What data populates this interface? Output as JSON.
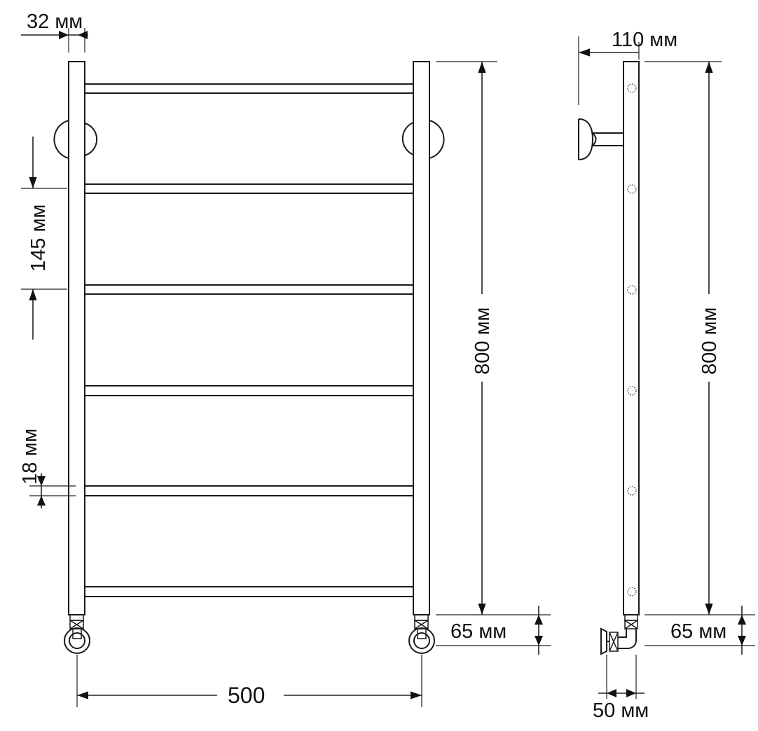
{
  "labels": {
    "tube_diameter": "32 мм",
    "rung_spacing": "145 мм",
    "rung_height": "18 мм",
    "height_front": "800 мм",
    "connection_front": "65 мм",
    "width": "500",
    "depth": "110 мм",
    "height_side": "800 мм",
    "connection_side": "65 мм",
    "valve_offset": "50 мм"
  },
  "views": [
    "front-view",
    "side-view"
  ],
  "rungs_count": 6,
  "colors": {
    "line": "#1a1a1a",
    "background": "#ffffff"
  }
}
